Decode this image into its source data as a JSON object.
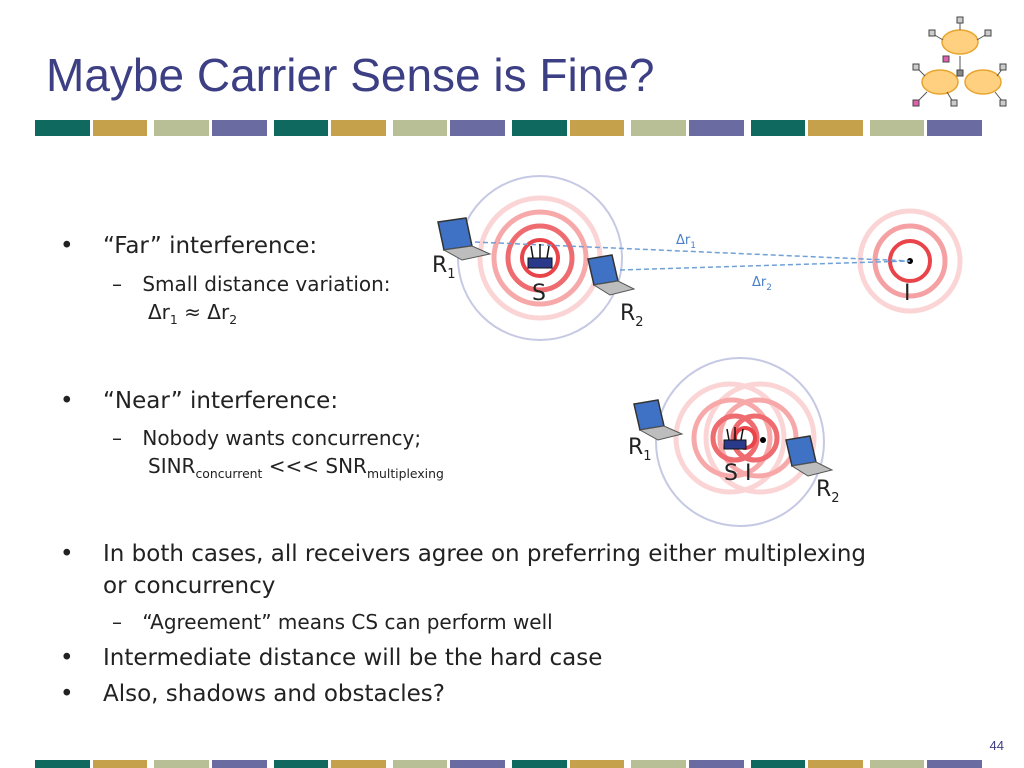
{
  "slide": {
    "title": "Maybe Carrier Sense is Fine?",
    "page_number": "44"
  },
  "bullets": {
    "far": {
      "heading": "“Far” interference:",
      "sub_line1": "Small distance variation:",
      "sub_line2_a": "Δr",
      "sub_line2_b": "1",
      "sub_line2_c": " ≈ Δr",
      "sub_line2_d": "2"
    },
    "near": {
      "heading": "“Near” interference:",
      "sub_line1": "Nobody wants concurrency;",
      "sub_line2_a": "SINR",
      "sub_line2_b": "concurrent",
      "sub_line2_c": " <<< SNR",
      "sub_line2_d": "multiplexing"
    },
    "both": {
      "line1": "In both cases, all receivers agree on preferring either multiplexing",
      "line2": "or concurrency",
      "sub": "“Agreement” means CS can perform well"
    },
    "intermediate": "Intermediate distance will be the hard case",
    "shadows": "Also, shadows and obstacles?"
  },
  "diagram_far": {
    "r1": "R",
    "r1_sub": "1",
    "r2": "R",
    "r2_sub": "2",
    "s": "S",
    "i": "I",
    "dr1": "Δr",
    "dr1_sub": "1",
    "dr2": "Δr",
    "dr2_sub": "2"
  },
  "diagram_near": {
    "r1": "R",
    "r1_sub": "1",
    "r2": "R",
    "r2_sub": "2",
    "si": "S I"
  },
  "colors": {
    "title": "#3d3f84",
    "teal": "#10695f",
    "gold": "#c4a14a",
    "sage": "#b8bf96",
    "slate": "#6a6ba0",
    "ring": "#e8444a",
    "range": "#c6c9e3",
    "link": "#6fa0d8"
  }
}
